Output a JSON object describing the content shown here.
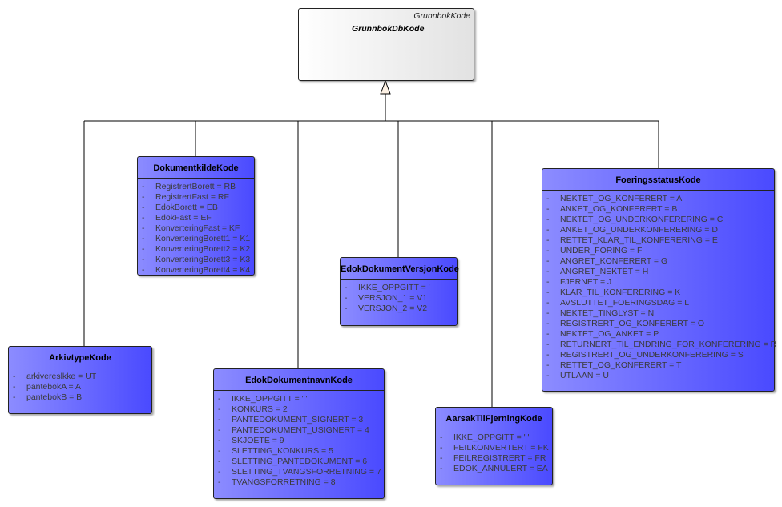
{
  "root": {
    "namespace": "GrunnbokKode",
    "name": "GrunnbokDbKode"
  },
  "colors": {
    "class_fill_left": "#8c8cff",
    "class_fill_right": "#4a4aff",
    "root_fill": "#ffffff",
    "arrowhead": "#fdf1e4"
  },
  "classes": {
    "arkivtype": {
      "name": "ArkivtypeKode",
      "attrs": [
        "arkivereslkke = UT",
        "pantebokA = A",
        "pantebokB = B"
      ]
    },
    "dokumentkilde": {
      "name": "DokumentkildeKode",
      "attrs": [
        "RegistrertBorett = RB",
        "RegistrertFast = RF",
        "EdokBorett = EB",
        "EdokFast = EF",
        "KonverteringFast = KF",
        "KonverteringBorett1 = K1",
        "KonverteringBorett2 = K2",
        "KonverteringBorett3 = K3",
        "KonverteringBorett4 = K4"
      ]
    },
    "edokDokumentnavn": {
      "name": "EdokDokumentnavnKode",
      "attrs": [
        "IKKE_OPPGITT = ' '",
        "KONKURS = 2",
        "PANTEDOKUMENT_SIGNERT = 3",
        "PANTEDOKUMENT_USIGNERT = 4",
        "SKJOETE = 9",
        "SLETTING_KONKURS = 5",
        "SLETTING_PANTEDOKUMENT = 6",
        "SLETTING_TVANGSFORRETNING = 7",
        "TVANGSFORRETNING = 8"
      ]
    },
    "edokDokumentVersjon": {
      "name": "EdokDokumentVersjonKode",
      "attrs": [
        "IKKE_OPPGITT = ' '",
        "VERSJON_1 = V1",
        "VERSJON_2 = V2"
      ]
    },
    "aarsakTilFjerning": {
      "name": "AarsakTilFjerningKode",
      "attrs": [
        "IKKE_OPPGITT = ' '",
        "FEILKONVERTERT = FK",
        "FEILREGISTRERT = FR",
        "EDOK_ANNULERT = EA"
      ]
    },
    "foeringsstatus": {
      "name": "FoeringsstatusKode",
      "attrs": [
        "NEKTET_OG_KONFERERT = A",
        "ANKET_OG_KONFERERT = B",
        "NEKTET_OG_UNDERKONFERERING = C",
        "ANKET_OG_UNDERKONFERERING = D",
        "RETTET_KLAR_TIL_KONFERERING = E",
        "UNDER_FORING = F",
        "ANGRET_KONFERERT = G",
        "ANGRET_NEKTET = H",
        "FJERNET = J",
        "KLAR_TIL_KONFERERING = K",
        "AVSLUTTET_FOERINGSDAG = L",
        "NEKTET_TINGLYST = N",
        "REGISTRERT_OG_KONFERERT = O",
        "NEKTET_OG_ANKET = P",
        "RETURNERT_TIL_ENDRING_FOR_KONFERERING = R",
        "REGISTRERT_OG_UNDERKONFERERING = S",
        "RETTET_OG_KONFERERT = T",
        "UTLAAN = U"
      ]
    }
  }
}
